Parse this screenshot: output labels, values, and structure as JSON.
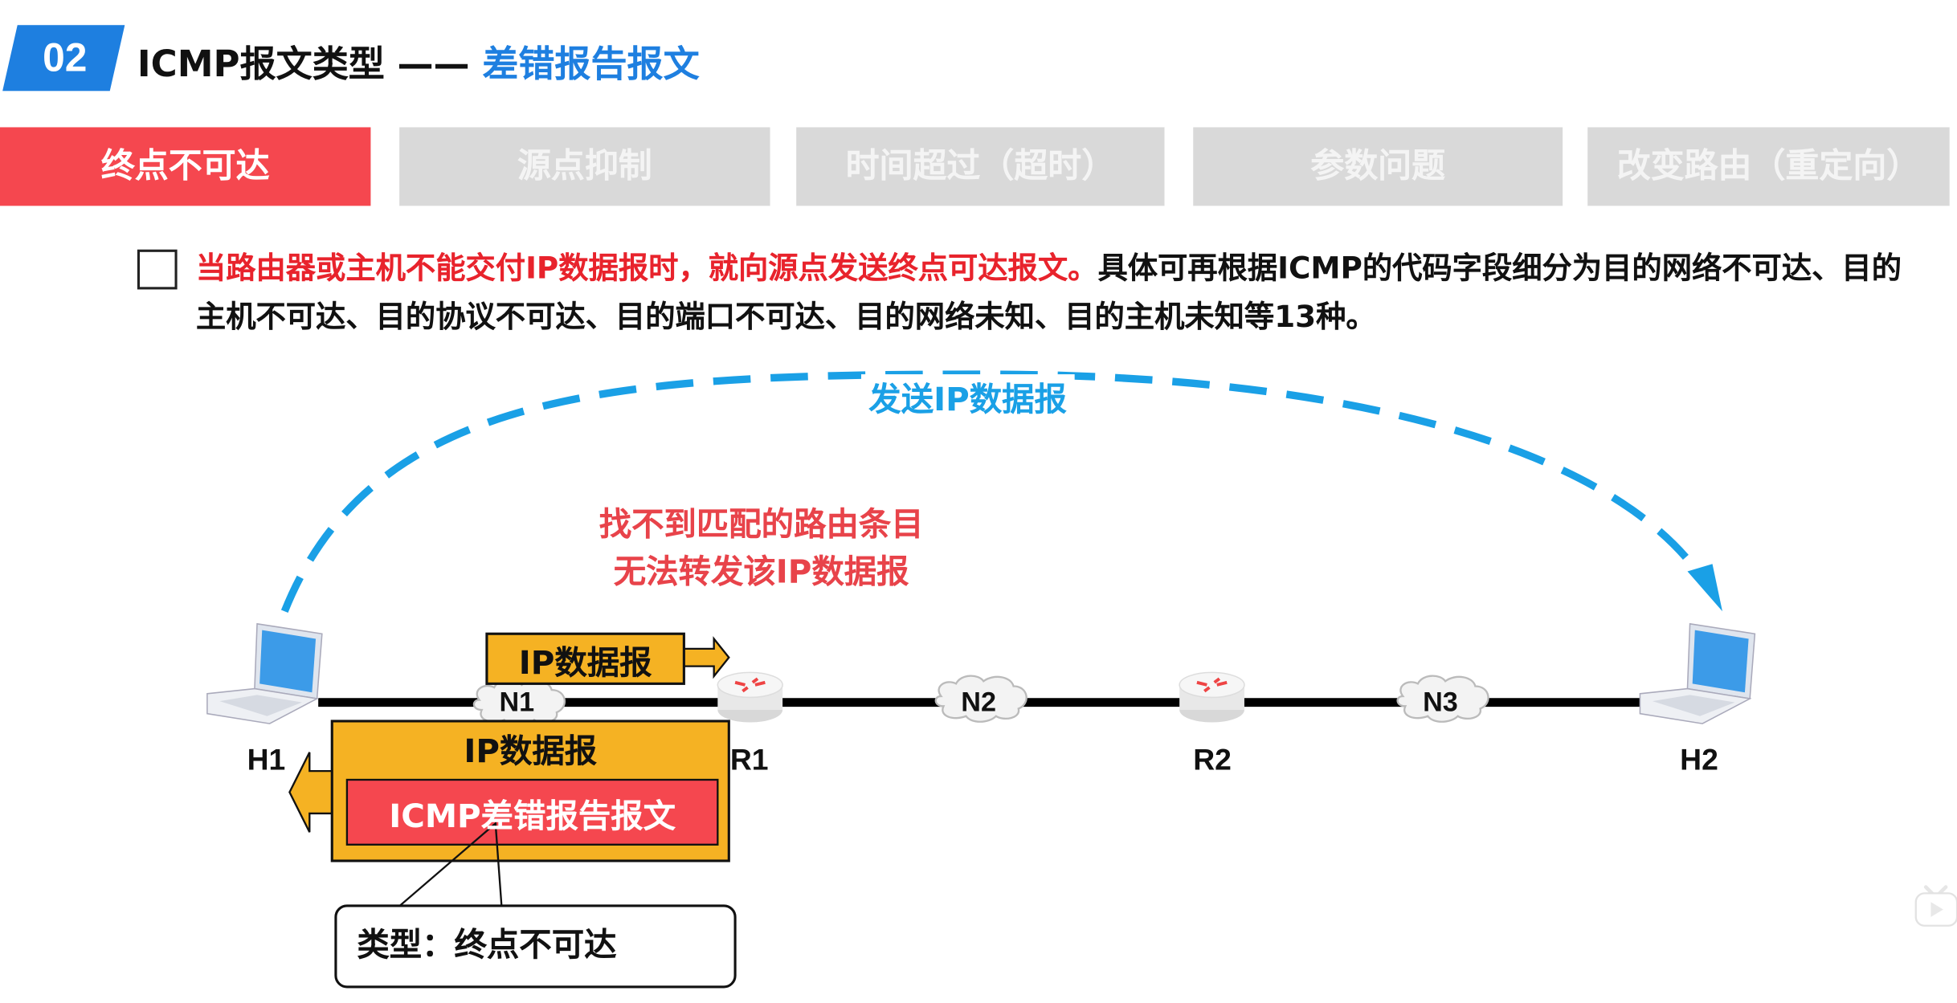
{
  "header": {
    "section_number": "02",
    "title": "ICMP报文类型 ——",
    "subtitle": "差错报告报文"
  },
  "tabs": [
    {
      "label": "终点不可达",
      "active": true
    },
    {
      "label": "源点抑制",
      "active": false
    },
    {
      "label": "时间超过（超时）",
      "active": false
    },
    {
      "label": "参数问题",
      "active": false
    },
    {
      "label": "改变路由（重定向）",
      "active": false
    }
  ],
  "description": {
    "highlight": "当路由器或主机不能交付IP数据报时，就向源点发送终点可达报文。",
    "rest": "具体可再根据ICMP的代码字段细分为目的网络不可达、目的主机不可达、目的协议不可达、目的端口不可达、目的网络未知、目的主机未知等13种。"
  },
  "diagram": {
    "arc_label": "发送IP数据报",
    "warning_line1": "找不到匹配的路由条目",
    "warning_line2": "无法转发该IP数据报",
    "hosts": [
      "H1",
      "H2"
    ],
    "routers": [
      "R1",
      "R2"
    ],
    "networks": [
      "N1",
      "N2",
      "N3"
    ],
    "forward_packet": "IP数据报",
    "return_packet_outer": "IP数据报",
    "return_packet_inner": "ICMP差错报告报文",
    "callout": "类型：终点不可达"
  },
  "colors": {
    "accent_blue": "#1e7fe0",
    "active_red": "#f5474f",
    "packet_orange": "#f5b223",
    "arc_blue": "#1aa0e6"
  }
}
